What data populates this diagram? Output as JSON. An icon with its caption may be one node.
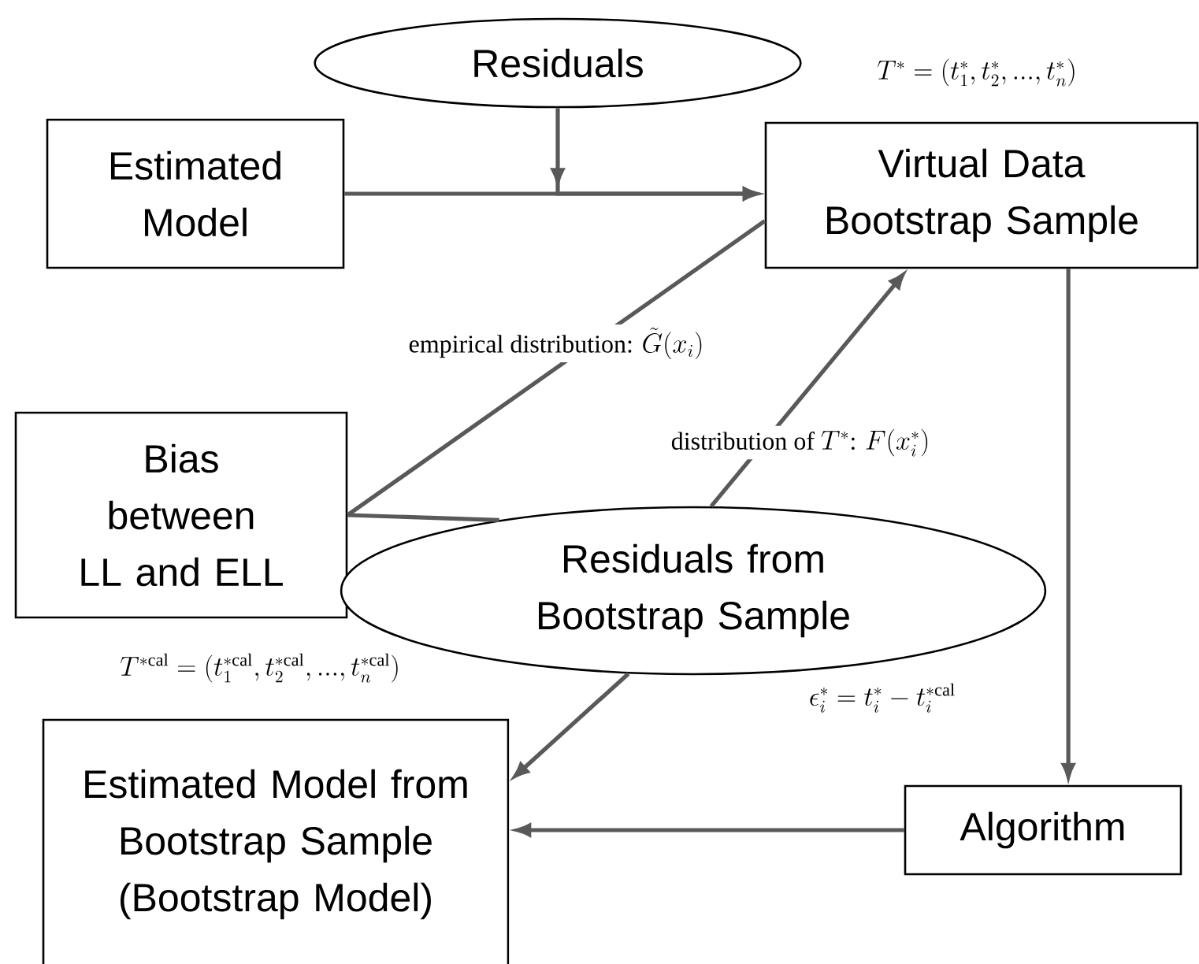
{
  "diagram": {
    "nodes": [
      {
        "text": [
          "Residuals"
        ]
      },
      {
        "text": [
          "Estimated Model"
        ]
      },
      {
        "text": [
          "Virtual Data Bootstrap Sample"
        ],
        "beside": [
          "T^* = (t_1^*, t_2^*, ..., t_n^*)"
        ]
      },
      {
        "text": [
          "Bias between LL and ELL"
        ]
      },
      {
        "text": [
          "Residuals from Bootstrap Sample"
        ]
      },
      {
        "text": [
          "Estimated Model from Bootstrap Sample (Bootstrap Model)"
        ]
      },
      {
        "text": [
          "Algorithm"
        ]
      }
    ],
    "edges": [
      {
        "from": 1,
        "to": 2,
        "arrow": "to"
      },
      {
        "from": 0,
        "to": 2,
        "arrow": "to"
      },
      {
        "from": 2,
        "to": 6,
        "arrow": "to"
      },
      {
        "from": 6,
        "to": 5,
        "arrow": "to"
      },
      {
        "from": 4,
        "to": 5,
        "arrow": "to"
      },
      {
        "from": 4,
        "to": 2,
        "arrow": "to",
        "label": "\\text{distribution of } T^*\\text{: } F(x_i^*)"
      },
      {
        "from": 3,
        "to": 2,
        "arrow": "none",
        "label": "\\text{empirical distribution: } \\tilde{G}(x_i)"
      },
      {
        "from": 3,
        "to": 4,
        "arrow": "none"
      }
    ],
    "labels": [
      "T^{*\\mathrm{cal}} = (t_1^{*\\mathrm{cal}}, t_2^{*\\mathrm{cal}}, ..., t_n^{*\\mathrm{cal}})",
      "\\epsilon_i^* = t_i^* - t_i^{*\\mathrm{cal}}"
    ]
  }
}
